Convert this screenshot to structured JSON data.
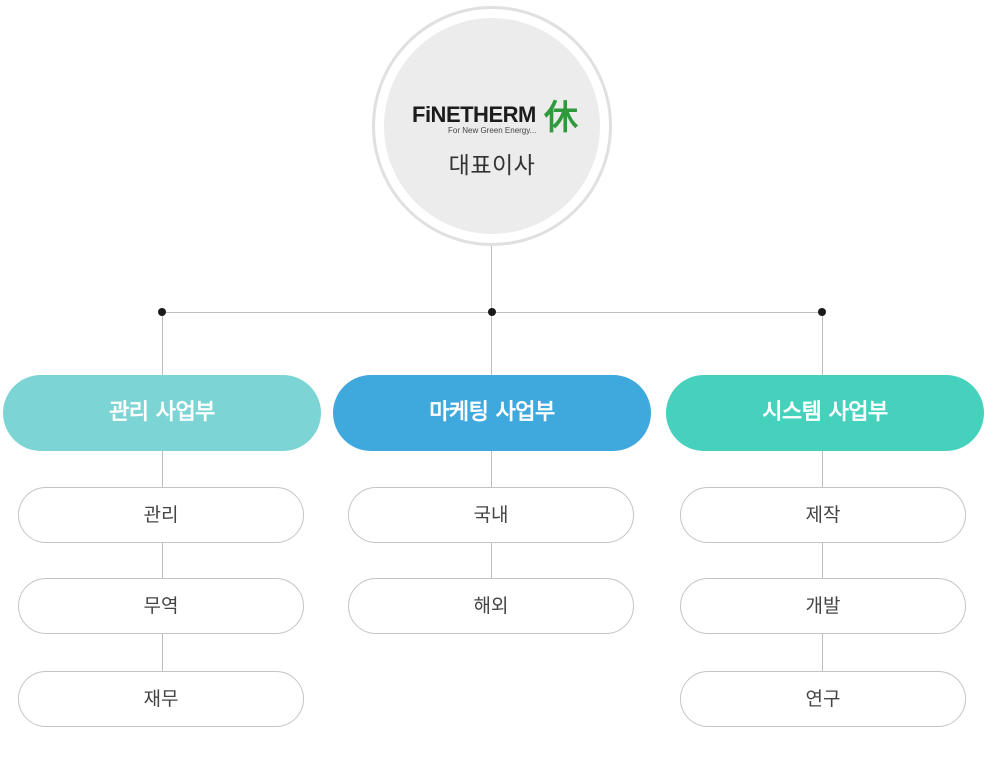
{
  "ceo": {
    "logo": {
      "brand": "FiNETHERM",
      "tagline": "For New Green Energy...",
      "mark": "休"
    },
    "title": "대표이사"
  },
  "colors": {
    "management": "#7cd4d4",
    "marketing": "#3fa8dc",
    "system": "#46d1bd",
    "connector": "#bdbdbd",
    "node_dot": "#1a1a1a",
    "logo_green": "#2f9a3b"
  },
  "departments": [
    {
      "label": "관리 사업부",
      "teams": [
        "관리",
        "무역",
        "재무"
      ]
    },
    {
      "label": "마케팅 사업부",
      "teams": [
        "국내",
        "해외"
      ]
    },
    {
      "label": "시스템 사업부",
      "teams": [
        "제작",
        "개발",
        "연구"
      ]
    }
  ]
}
